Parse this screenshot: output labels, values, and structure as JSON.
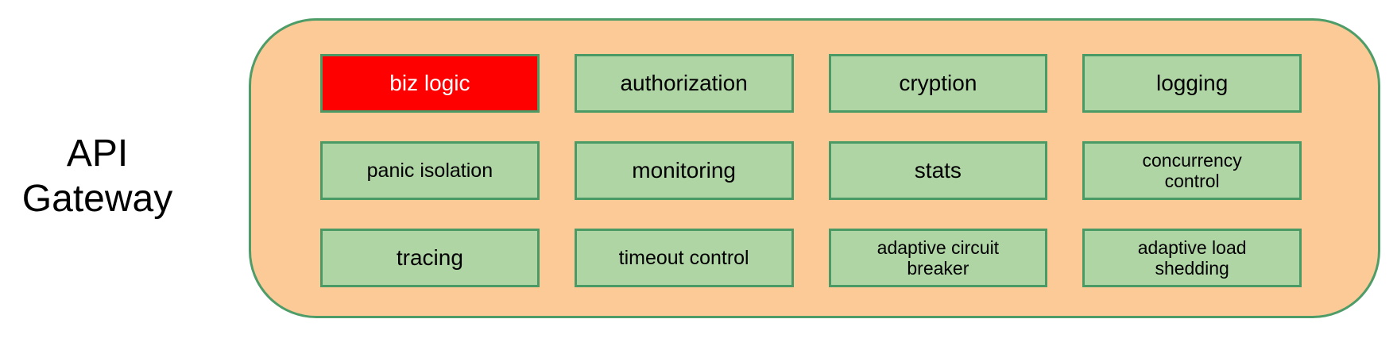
{
  "title": {
    "line1": "API",
    "line2": "Gateway"
  },
  "gateway": {
    "cells": [
      {
        "label": "biz logic",
        "variant": "red",
        "size": "md"
      },
      {
        "label": "authorization",
        "variant": "green",
        "size": "md"
      },
      {
        "label": "cryption",
        "variant": "green",
        "size": "md"
      },
      {
        "label": "logging",
        "variant": "green",
        "size": "md"
      },
      {
        "label": "panic isolation",
        "variant": "green",
        "size": "sm"
      },
      {
        "label": "monitoring",
        "variant": "green",
        "size": "md"
      },
      {
        "label": "stats",
        "variant": "green",
        "size": "md"
      },
      {
        "label": "concurrency\ncontrol",
        "variant": "green",
        "size": "xs"
      },
      {
        "label": "tracing",
        "variant": "green",
        "size": "md"
      },
      {
        "label": "timeout control",
        "variant": "green",
        "size": "sm"
      },
      {
        "label": "adaptive circuit\nbreaker",
        "variant": "green",
        "size": "xs"
      },
      {
        "label": "adaptive load\nshedding",
        "variant": "green",
        "size": "xs"
      }
    ]
  },
  "colors": {
    "page-bg": "#ffffff",
    "container-fill": "#FCCA96",
    "container-border": "#4E9D68",
    "cell-fill": "#AFD5A5",
    "cell-border": "#4A9A66",
    "highlight-fill": "#FF0000",
    "highlight-text": "#ffffff",
    "text": "#000000"
  }
}
